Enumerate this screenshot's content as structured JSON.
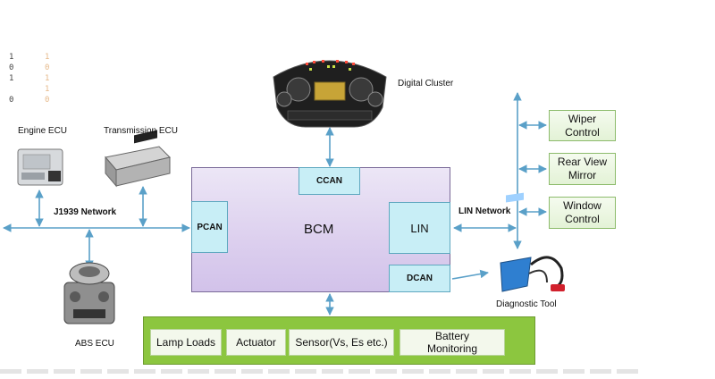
{
  "devices": {
    "engine_ecu": "Engine ECU",
    "transmission_ecu": "Transmission ECU",
    "digital_cluster": "Digital Cluster",
    "abs_ecu": "ABS ECU",
    "diagnostic_tool": "Diagnostic Tool"
  },
  "networks": {
    "j1939": "J1939 Network",
    "lin": "LIN Network"
  },
  "bcm": {
    "title": "BCM",
    "ccan": "CCAN",
    "pcan": "PCAN",
    "lin": "LIN",
    "dcan": "DCAN"
  },
  "lin_nodes": [
    {
      "line1": "Wiper",
      "line2": "Control"
    },
    {
      "line1": "Rear View",
      "line2": "Mirror"
    },
    {
      "line1": "Window",
      "line2": "Control"
    }
  ],
  "loads": {
    "lamp_loads": "Lamp Loads",
    "actuator": "Actuator",
    "sensor": "Sensor(Vs, Es etc.)",
    "battery_line1": "Battery",
    "battery_line2": "Monitoring"
  },
  "binary_digits": [
    "1",
    "0",
    "1",
    "0"
  ],
  "colors": {
    "bus": "#5aa0c8",
    "bcm_fill": "#dccfee",
    "port_fill": "#c8eef6",
    "lin_node_border": "#8cbb6b",
    "load_panel": "#8cc63f"
  }
}
